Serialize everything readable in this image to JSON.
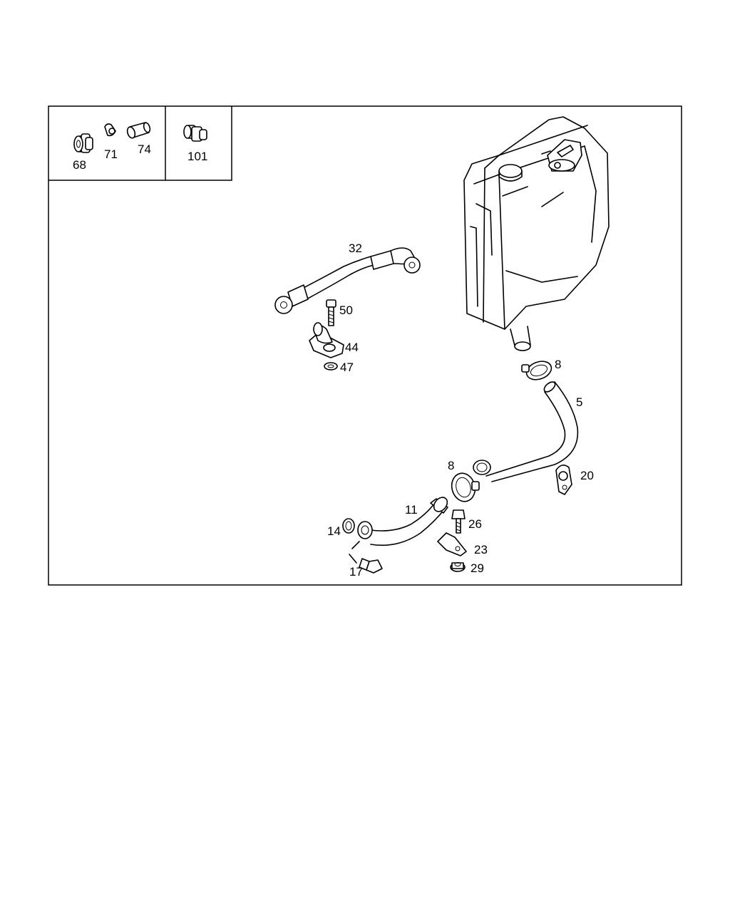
{
  "parts": {
    "p68": "68",
    "p71": "71",
    "p74": "74",
    "p101": "101",
    "p32": "32",
    "p50": "50",
    "p44": "44",
    "p47": "47",
    "p8a": "8",
    "p5": "5",
    "p8b": "8",
    "p20": "20",
    "p11": "11",
    "p26": "26",
    "p14": "14",
    "p23": "23",
    "p17": "17",
    "p29": "29"
  }
}
